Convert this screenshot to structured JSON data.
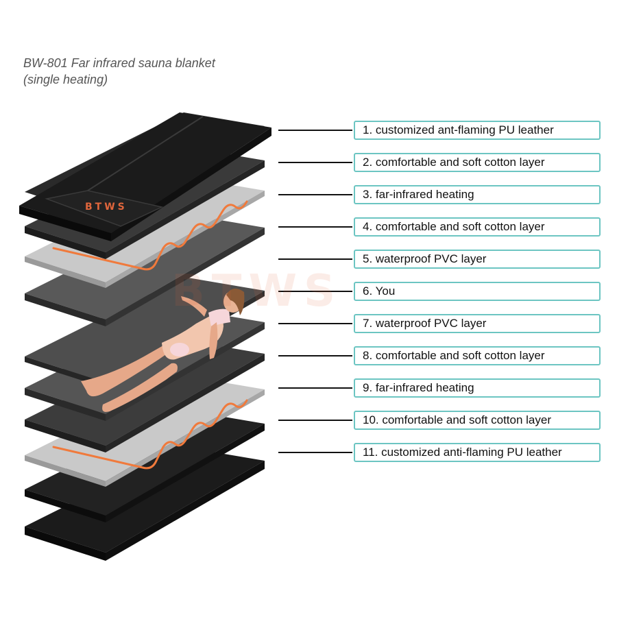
{
  "title": {
    "line1": "BW-801 Far infrared sauna blanket",
    "line2": "(single heating)"
  },
  "brand": {
    "logo_text": "BTWS"
  },
  "layers": [
    {
      "label": "1. customized ant-flaming PU leather",
      "material": "leather"
    },
    {
      "label": "2. comfortable and soft cotton layer",
      "material": "cotton"
    },
    {
      "label": "3. far-infrared heating",
      "material": "heating"
    },
    {
      "label": "4. comfortable and soft cotton layer",
      "material": "cotton"
    },
    {
      "label": "5. waterproof PVC layer",
      "material": "pvc"
    },
    {
      "label": "6. You",
      "material": "person"
    },
    {
      "label": "7. waterproof PVC layer",
      "material": "pvc"
    },
    {
      "label": "8. comfortable and soft cotton layer",
      "material": "cotton"
    },
    {
      "label": "9. far-infrared heating",
      "material": "heating"
    },
    {
      "label": "10. comfortable and soft cotton layer",
      "material": "cotton"
    },
    {
      "label": "11. customized anti-flaming PU leather",
      "material": "leather"
    }
  ],
  "colors": {
    "label_border": "#6cc5c2",
    "leather": "#1b1b1b",
    "cotton": "#3c3c3c",
    "pvc": "#4e4e4e",
    "heating_sheet": "#c9c9c9",
    "heating_coil": "#f07a3c",
    "logo": "#e0663c"
  }
}
